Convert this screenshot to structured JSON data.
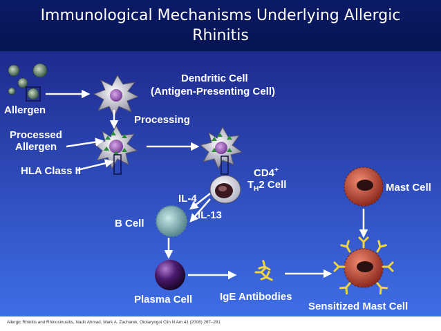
{
  "slide": {
    "title": "Immunological Mechanisms Underlying Allergic Rhinitis",
    "citation": "Allergic Rhinitis and Rhinosinusitis, Nadir Ahmad, Mark A. Zacharek, Otolaryngol Clin N Am 41 (2008) 267–281"
  },
  "labels": {
    "allergen": "Allergen",
    "dendritic_line1": "Dendritic Cell",
    "dendritic_line2": "(Antigen-Presenting Cell)",
    "processing": "Processing",
    "processed_line1": "Processed",
    "processed_line2": "Allergen",
    "hla": "HLA Class II",
    "cd4_main": "CD4",
    "cd4_sup": "+",
    "th_t": "T",
    "th_sub": "H",
    "th_rest": "2 Cell",
    "il4": "IL-4",
    "il13": "IL-13",
    "bcell": "B Cell",
    "mastcell": "Mast Cell",
    "plasma": "Plasma Cell",
    "ige": "IgE Antibodies",
    "sensitized": "Sensitized Mast Cell"
  },
  "colors": {
    "title_bar": "#0a1a66",
    "background_top": "#1e2a8e",
    "background_bottom": "#3f6ee6",
    "ige": "#f2d43c",
    "mast_cell": "#d05a46",
    "plasma_cell": "#4a1a6e",
    "b_cell": "#8fbfbf"
  }
}
